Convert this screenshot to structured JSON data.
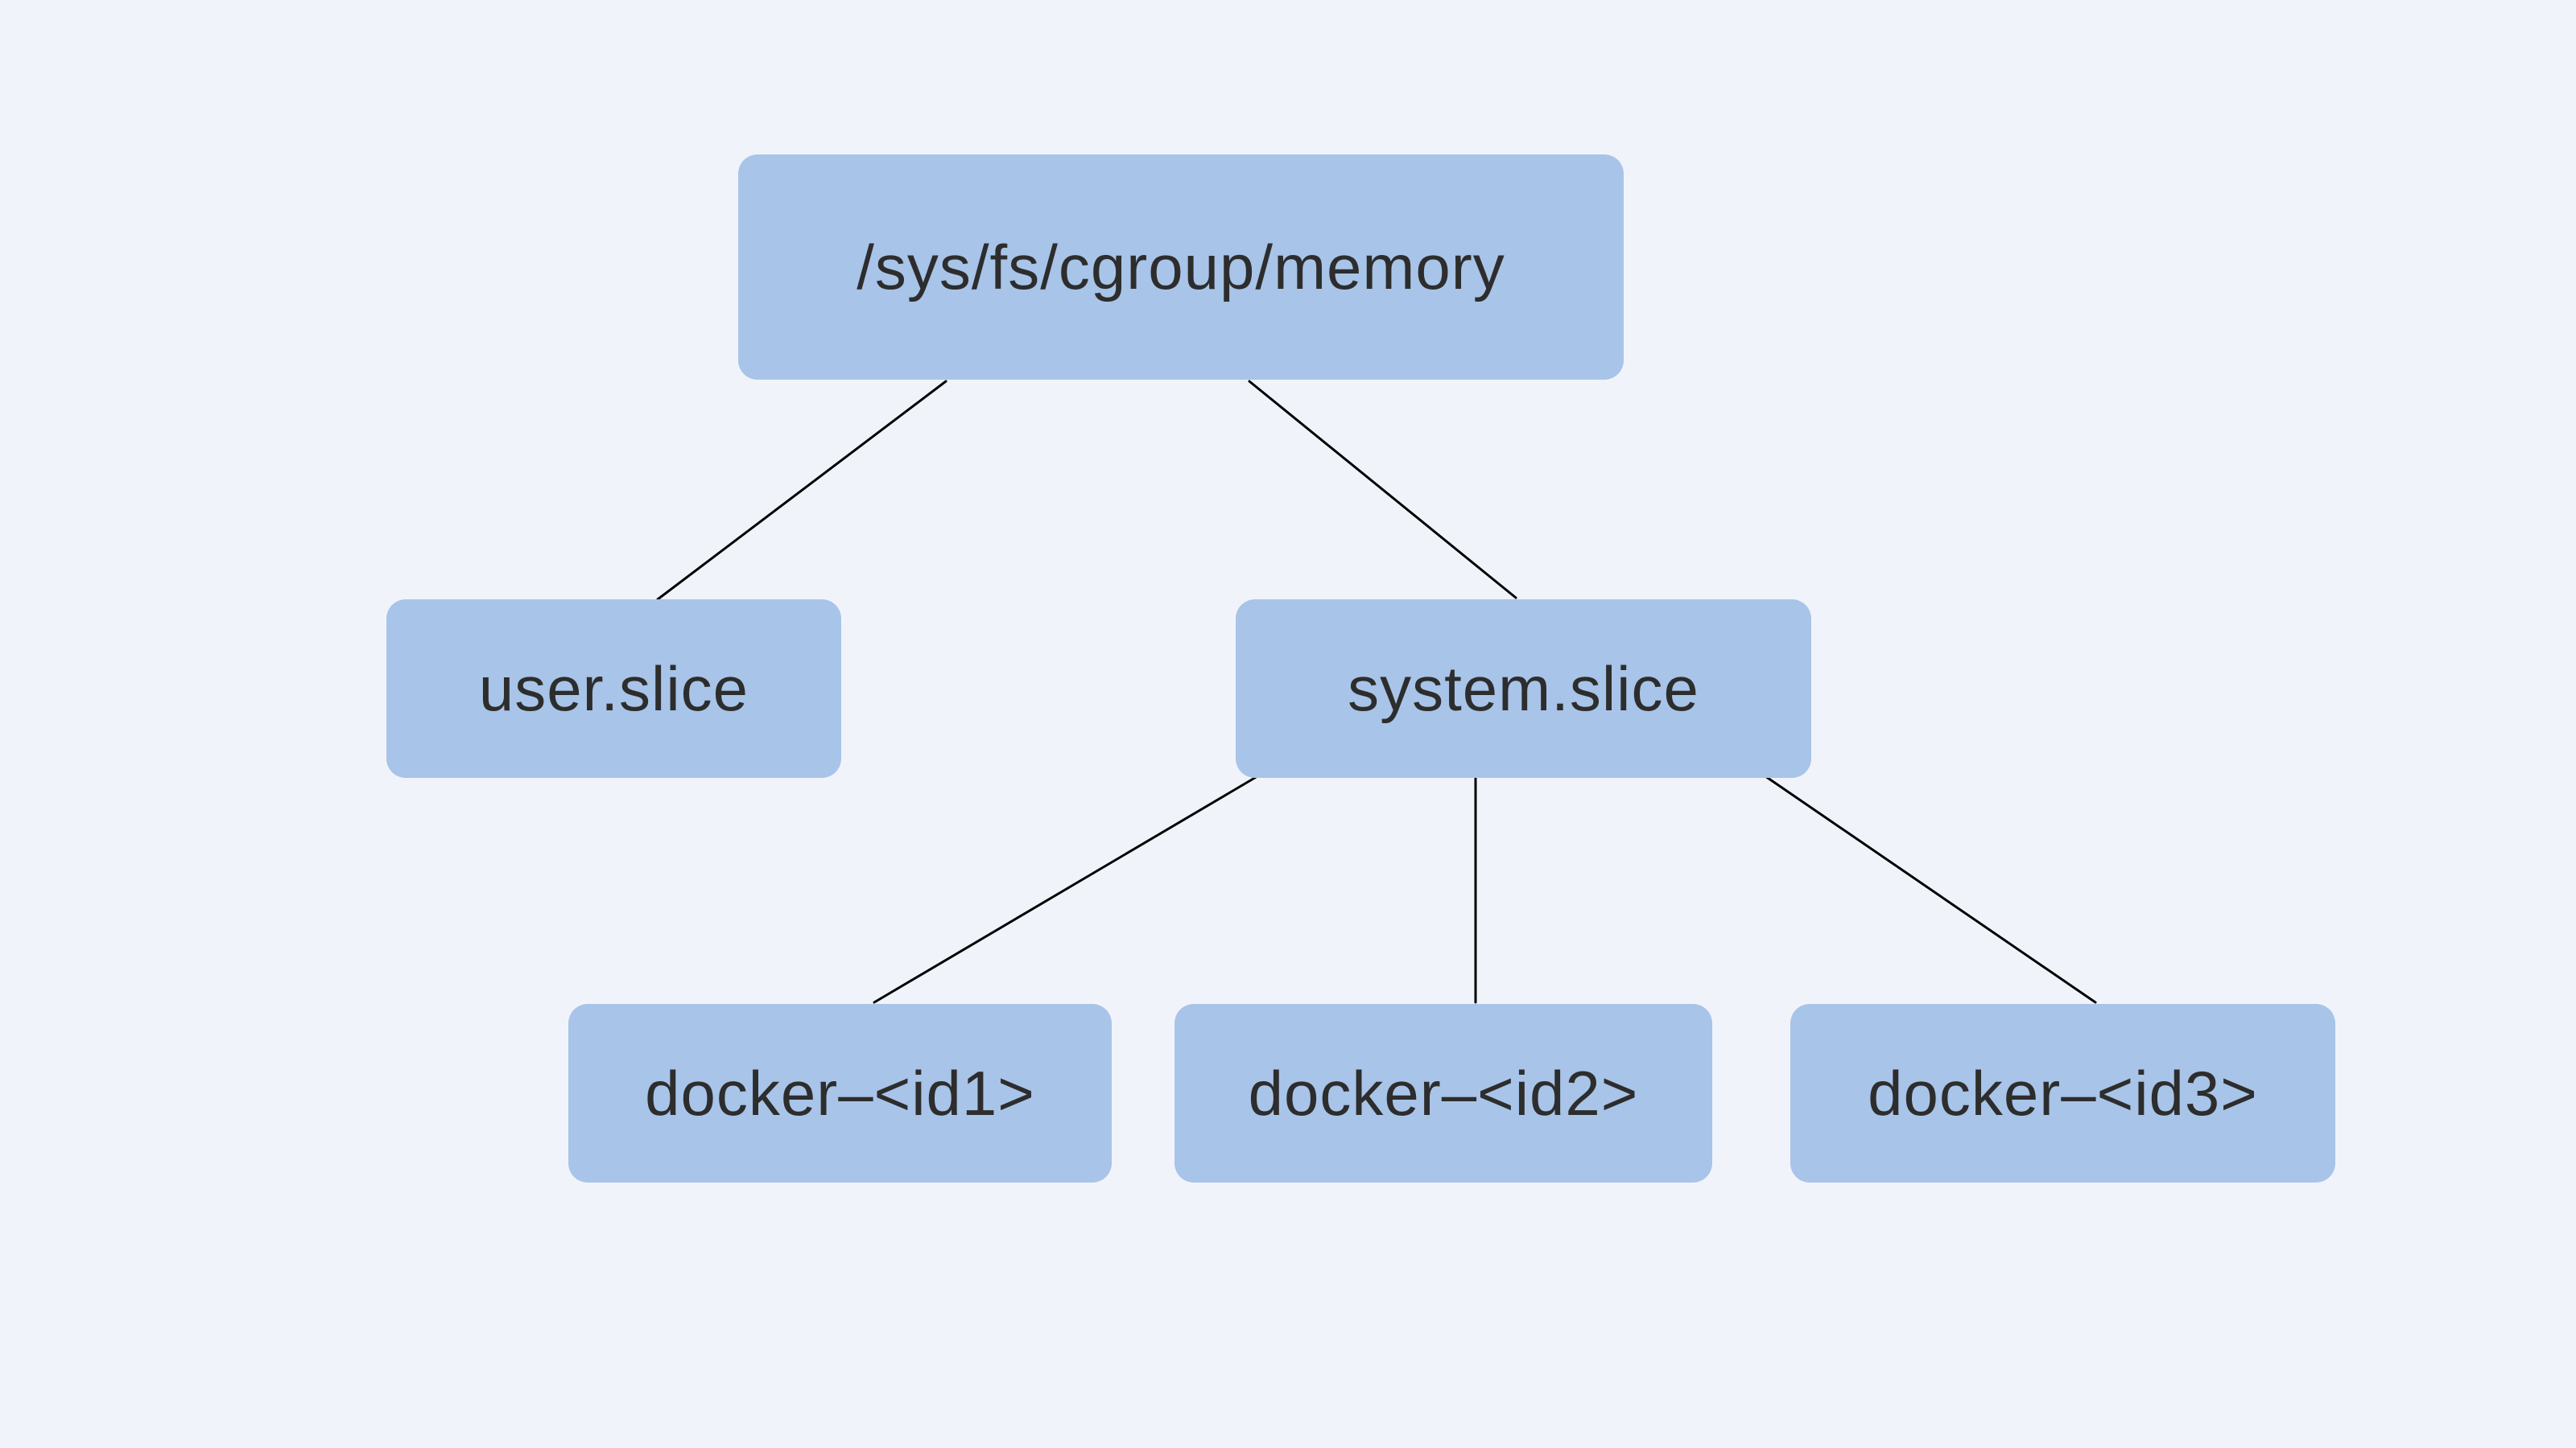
{
  "diagram": {
    "type": "tree",
    "background_color": "#f0f4fa",
    "node_fill_color": "#a8c4e8",
    "node_text_color": "#2d2d2d",
    "edge_color": "#000000",
    "nodes": [
      {
        "id": "root",
        "label": "/sys/fs/cgroup/memory",
        "parent": null
      },
      {
        "id": "user-slice",
        "label": "user.slice",
        "parent": "root"
      },
      {
        "id": "system-slice",
        "label": "system.slice",
        "parent": "root"
      },
      {
        "id": "docker-id1",
        "label": "docker–<id1>",
        "parent": "system-slice"
      },
      {
        "id": "docker-id2",
        "label": "docker–<id2>",
        "parent": "system-slice"
      },
      {
        "id": "docker-id3",
        "label": "docker–<id3>",
        "parent": "system-slice"
      }
    ],
    "edges": [
      {
        "from": "root",
        "to": "user-slice"
      },
      {
        "from": "root",
        "to": "system-slice"
      },
      {
        "from": "system-slice",
        "to": "docker-id1"
      },
      {
        "from": "system-slice",
        "to": "docker-id2"
      },
      {
        "from": "system-slice",
        "to": "docker-id3"
      }
    ]
  }
}
